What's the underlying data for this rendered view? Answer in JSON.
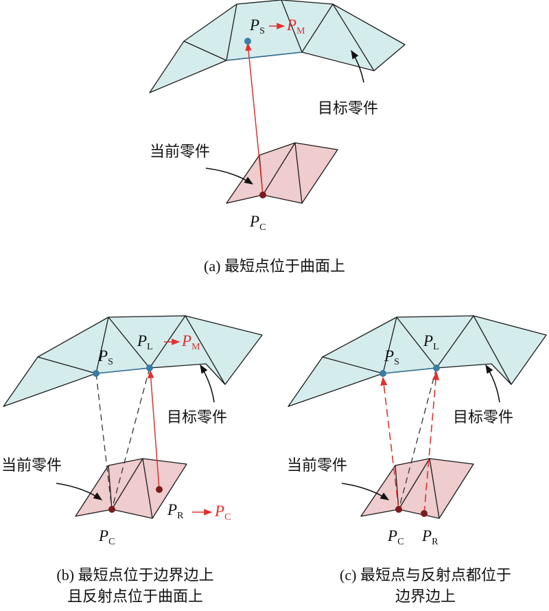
{
  "panels": {
    "a": {
      "target_label": "目标零件",
      "current_label": "当前零件",
      "ps": {
        "p": "P",
        "sub": "S"
      },
      "arrow": "→",
      "pm": {
        "p": "P",
        "sub": "M"
      },
      "pc": {
        "p": "P",
        "sub": "C"
      },
      "caption": "(a) 最短点位于曲面上"
    },
    "b": {
      "target_label": "目标零件",
      "current_label": "当前零件",
      "ps": {
        "p": "P",
        "sub": "S"
      },
      "pl": {
        "p": "P",
        "sub": "L"
      },
      "arrow": "→",
      "pm": {
        "p": "P",
        "sub": "M"
      },
      "pr": {
        "p": "P",
        "sub": "R"
      },
      "pc_red": {
        "p": "P",
        "sub": "C"
      },
      "pc": {
        "p": "P",
        "sub": "C"
      },
      "caption_line1": "(b) 最短点位于边界边上",
      "caption_line2": "且反射点位于曲面上"
    },
    "c": {
      "target_label": "目标零件",
      "current_label": "当前零件",
      "ps": {
        "p": "P",
        "sub": "S"
      },
      "pl": {
        "p": "P",
        "sub": "L"
      },
      "pc": {
        "p": "P",
        "sub": "C"
      },
      "pr": {
        "p": "P",
        "sub": "R"
      },
      "caption_line1": "(c) 最短点与反射点都位于",
      "caption_line2": "边界边上"
    }
  },
  "colors": {
    "target_fill": "#d5ecec",
    "current_fill": "#efcccd",
    "highlight_red": "#e03030",
    "point_blue": "#3a7ea2",
    "point_darkred": "#7a1c1c"
  }
}
